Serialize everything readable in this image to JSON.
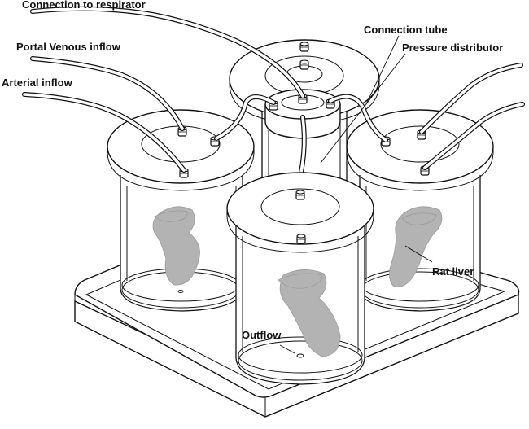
{
  "labels": {
    "connection_to_respirator": "Connection to respirator",
    "portal_venous_inflow": "Portal Venous inflow",
    "arterial_inflow": "Arterial inflow",
    "connection_tube": "Connection tube",
    "pressure_distributor": "Pressure distributor",
    "rat_liver": "Rat liver",
    "outflow": "Outflow"
  },
  "colors": {
    "line": "#111111",
    "liver": "#b3b3b3",
    "background": "#ffffff"
  }
}
